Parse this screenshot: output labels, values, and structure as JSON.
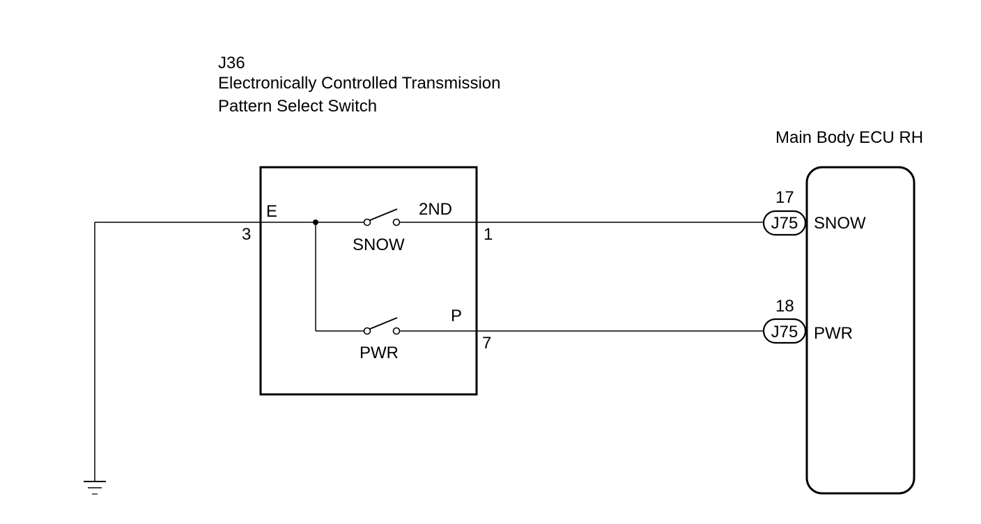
{
  "switch_component": {
    "code": "J36",
    "title_line1": "Electronically Controlled Transmission",
    "title_line2": "Pattern Select Switch",
    "terminals": {
      "ground": {
        "name": "E",
        "pin": "3"
      },
      "snow": {
        "name": "2ND",
        "pin": "1"
      },
      "pwr": {
        "name": "P",
        "pin": "7"
      }
    },
    "switches": {
      "snow": "SNOW",
      "pwr": "PWR"
    }
  },
  "ecu": {
    "title": "Main Body ECU RH",
    "pins": [
      {
        "pin": "17",
        "connector": "J75",
        "signal": "SNOW"
      },
      {
        "pin": "18",
        "connector": "J75",
        "signal": "PWR"
      }
    ]
  }
}
